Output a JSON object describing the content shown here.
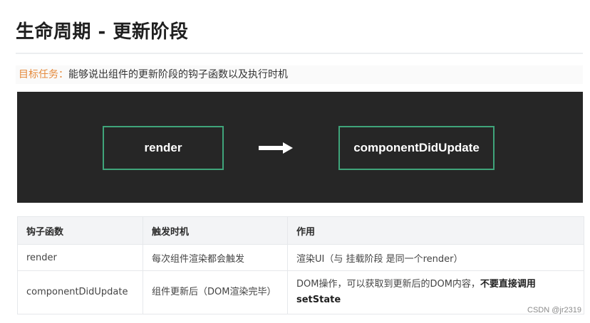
{
  "page": {
    "title": "生命周期 - 更新阶段",
    "task_label": "目标任务：",
    "task_text": "能够说出组件的更新阶段的钩子函数以及执行时机"
  },
  "diagram": {
    "box_render": "render",
    "box_cdu": "componentDidUpdate",
    "arrow": "right-arrow-icon",
    "box_border_color": "#3fa47a",
    "background_color": "#262626"
  },
  "table": {
    "headers": [
      "钩子函数",
      "触发时机",
      "作用"
    ],
    "rows": [
      {
        "hook": "render",
        "trigger": "每次组件渲染都会触发",
        "effect": "渲染UI（与 挂载阶段 是同一个render）"
      },
      {
        "hook": "componentDidUpdate",
        "trigger": "组件更新后（DOM渲染完毕）",
        "effect_plain": "DOM操作，可以获取到更新后的DOM内容，",
        "effect_bold": "不要直接调用setState"
      }
    ]
  },
  "watermark": "CSDN @jr2319"
}
